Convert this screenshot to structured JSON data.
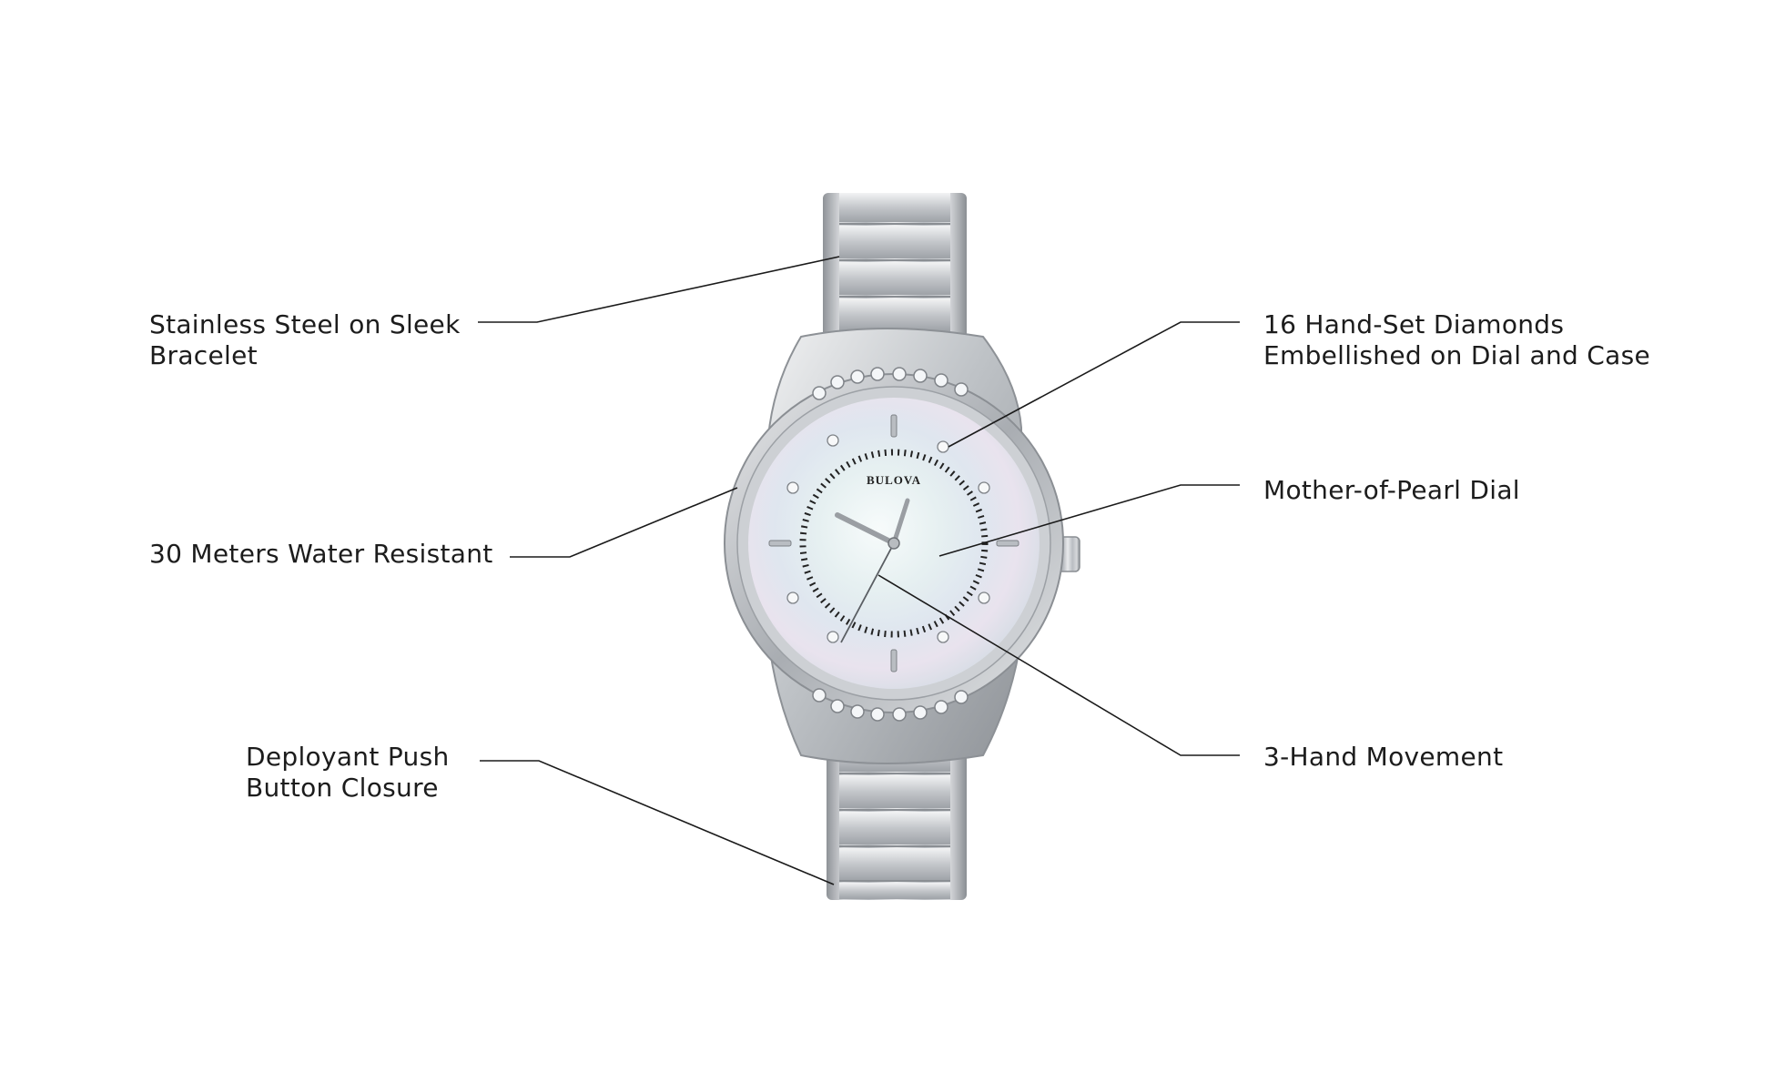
{
  "watch": {
    "brand": "BULOVA"
  },
  "callouts": {
    "bracelet": {
      "line1": "Stainless Steel on Sleek",
      "line2": "Bracelet"
    },
    "water": {
      "line1": "30 Meters Water Resistant"
    },
    "closure": {
      "line1": "Deployant Push",
      "line2": "Button Closure"
    },
    "diamonds": {
      "line1": "16 Hand-Set Diamonds",
      "line2": "Embellished on Dial and Case"
    },
    "dial": {
      "line1": "Mother-of-Pearl Dial"
    },
    "movement": {
      "line1": "3-Hand Movement"
    }
  },
  "colors": {
    "background": "#ffffff",
    "steel": "#c9ccd0",
    "leader_line": "#1a1a1a",
    "text": "#1c1c1c"
  }
}
